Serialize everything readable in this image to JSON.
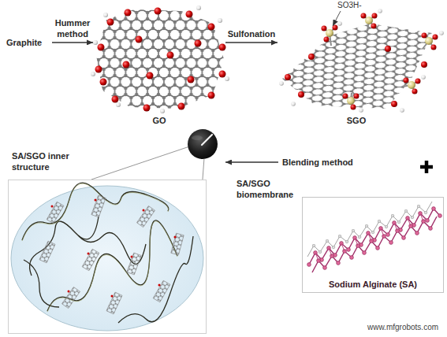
{
  "diagram": {
    "nodes": [
      {
        "text": [
          "Graphite"
        ]
      },
      {
        "text": [
          "GO"
        ]
      },
      {
        "text": [
          "SGO"
        ]
      },
      {
        "text": [
          "SA/SGO biomembrane"
        ]
      },
      {
        "text": [
          "Sodium Alginate (SA)"
        ]
      },
      {
        "text": [
          "SA/SGO inner structure"
        ]
      }
    ],
    "edges": [
      {
        "from": 0,
        "to": 1,
        "label": "Hummer method",
        "arrow": "to"
      },
      {
        "from": 1,
        "to": 2,
        "label": "Sulfonation",
        "arrow": "to"
      },
      {
        "from": 3,
        "to": 5,
        "arrow": "none"
      },
      {
        "from": 3,
        "to": 5,
        "arrow": "none"
      }
    ],
    "labels": [
      "SO3H-",
      "Blending method",
      "www.mfgrobots.com"
    ]
  }
}
